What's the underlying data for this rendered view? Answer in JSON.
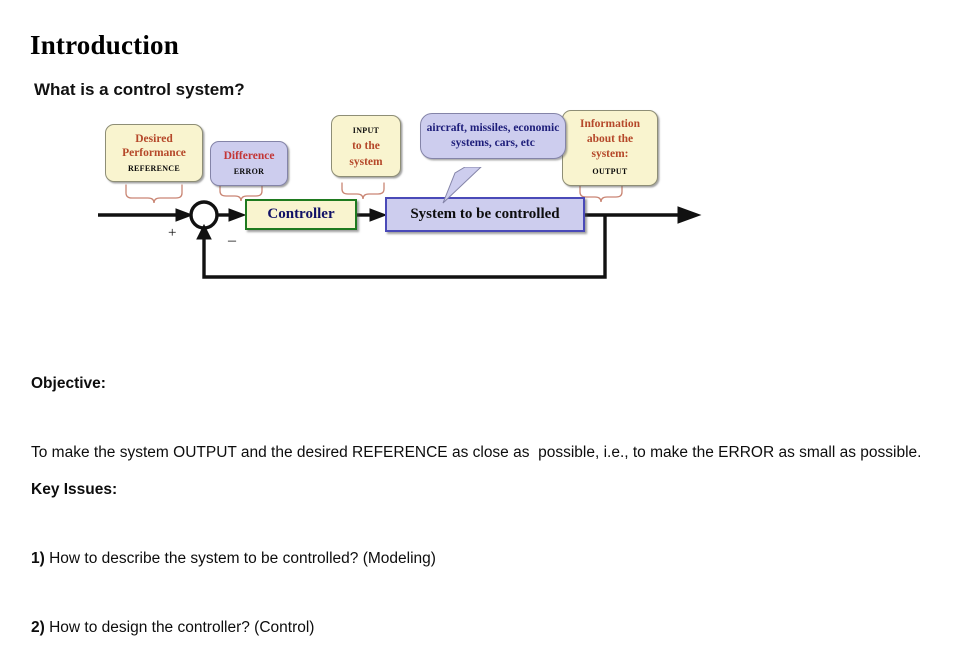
{
  "slide": {
    "title": "Introduction",
    "subtitle": "What is a control system?"
  },
  "diagram": {
    "name": "feedback-control-block-diagram",
    "colors": {
      "callout_yellow_fill": "#f9f4cf",
      "callout_lavender_fill": "#cdcdee",
      "brown_text": "#b5482a",
      "red_text": "#c33636",
      "navy_text": "#1d1d7a",
      "controller_border": "#1f7a1f",
      "plant_border": "#4a4ab8",
      "brace_color": "#c98573",
      "signal_line": "#111111"
    },
    "callouts": {
      "reference": {
        "line1": "Desired",
        "line2": "Performance",
        "line3": "REFERENCE"
      },
      "error": {
        "line1": "Difference",
        "line2": "ERROR"
      },
      "input": {
        "line1": "INPUT",
        "line2": "to the",
        "line3": "system"
      },
      "examples": {
        "line1": "aircraft, missiles,",
        "line2": "economic",
        "line3": "systems, cars, etc"
      },
      "information": {
        "line1": "Information",
        "line2": "about the",
        "line3": "system:",
        "line4": "OUTPUT"
      }
    },
    "blocks": {
      "controller": "Controller",
      "plant": "System to be controlled"
    },
    "summing_junction": {
      "plus": "+",
      "minus": "–"
    }
  },
  "objective": {
    "heading": "Objective:",
    "text": "To make the system OUTPUT and the desired REFERENCE as close as  possible, i.e., to make the ERROR as small as possible."
  },
  "key_issues": {
    "heading": "Key Issues:",
    "item1_marker": "1)",
    "item1_text": " How to describe the system to be controlled? (Modeling)",
    "item2_marker": "2)",
    "item2_text": " How to design the controller? (Control)"
  }
}
